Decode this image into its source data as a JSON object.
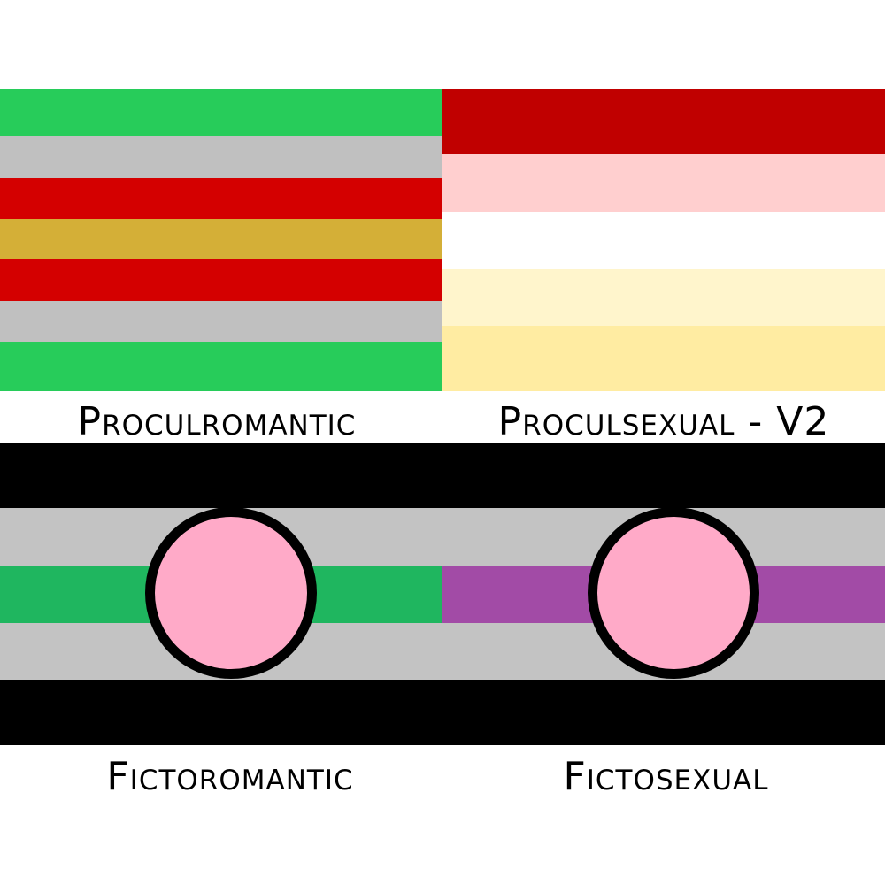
{
  "flags": [
    {
      "id": "proculromantic",
      "label": "Proculromantic",
      "stripes": [
        "#27cc5a",
        "#c0c0c0",
        "#d40000",
        "#d4af37",
        "#d40000",
        "#c0c0c0",
        "#27cc5a"
      ],
      "circle": null
    },
    {
      "id": "proculsexual-v2",
      "label": "Proculsexual - V2",
      "stripes": [
        "#c00000",
        "#ffcfcf",
        "#ffffff",
        "#fff5cc",
        "#ffeca2"
      ],
      "circle": null
    },
    {
      "id": "fictoromantic",
      "label": "Fictoromantic",
      "stripes": [
        "#000000",
        "#c3c3c3",
        "#1fb65f",
        "#c3c3c3",
        "#000000"
      ],
      "circle": {
        "fill": "#ffaac8",
        "border": "#000000"
      }
    },
    {
      "id": "fictosexual",
      "label": "Fictosexual",
      "stripes": [
        "#000000",
        "#c3c3c3",
        "#a24ba6",
        "#c3c3c3",
        "#000000"
      ],
      "circle": {
        "fill": "#ffaac8",
        "border": "#000000"
      }
    }
  ]
}
